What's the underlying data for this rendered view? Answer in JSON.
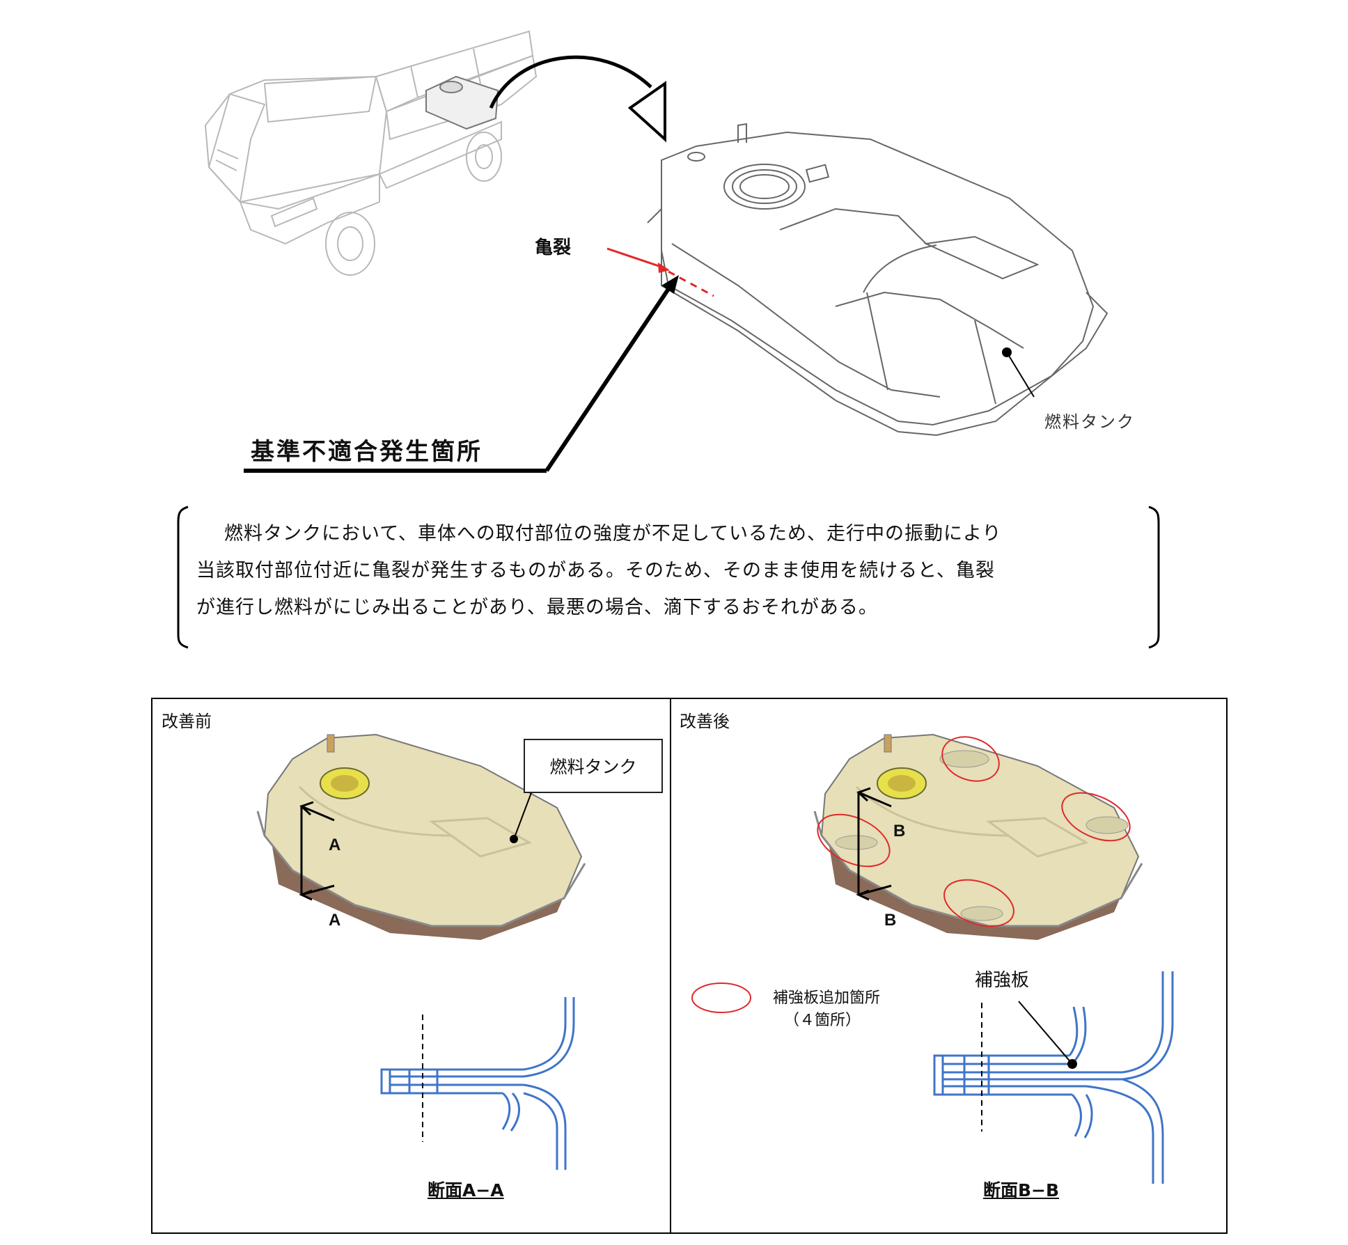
{
  "top": {
    "crack_label": "亀裂",
    "nonconformity_label": "基準不適合発生箇所",
    "tank_label": "燃料タンク"
  },
  "description": {
    "lines": [
      "燃料タンクにおいて、車体への取付部位の強度が不足しているため、走行中の振動により",
      "当該取付部位付近に亀裂が発生するものがある。そのため、そのまま使用を続けると、亀裂",
      "が進行し燃料がにじみ出ることがあり、最悪の場合、滴下するおそれがある。"
    ]
  },
  "before": {
    "title": "改善前",
    "tank_label": "燃料タンク",
    "section_letter_upper": "A",
    "section_letter_lower": "A",
    "section_caption": "断面A−A"
  },
  "after": {
    "title": "改善後",
    "section_letter_upper": "B",
    "section_letter_lower": "B",
    "legend_line1": "補強板追加箇所",
    "legend_line2": "（４箇所）",
    "reinforcement_label": "補強板",
    "section_caption": "断面B−B"
  },
  "colors": {
    "tank_fill": "#e6dfb8",
    "tank_shadow": "#8a6a58",
    "cap_yellow": "#e8e04a",
    "section_blue": "#3f74c8",
    "highlight_red": "#e0282a",
    "line_gray": "#9a9a9a"
  }
}
